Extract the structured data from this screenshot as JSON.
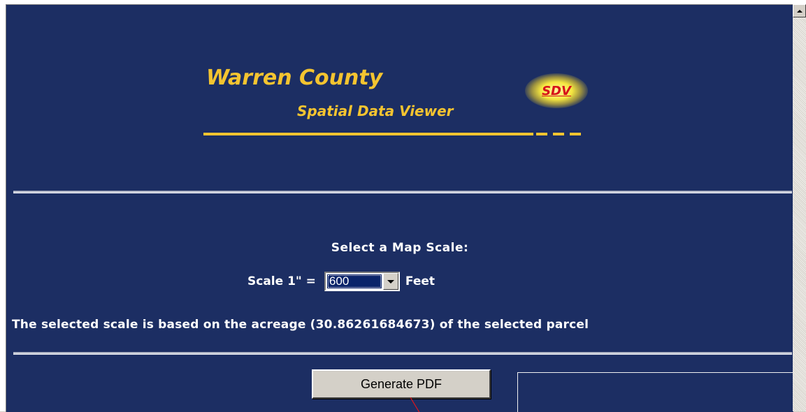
{
  "logo": {
    "title": "Warren County",
    "subtitle": "Spatial Data Viewer",
    "badge": "SDV"
  },
  "form": {
    "heading": "Select a Map Scale:",
    "scale_label": "Scale 1\" =",
    "scale_value": "600",
    "unit": "Feet",
    "note": "The selected scale is based on the acreage (30.86261684673) of the selected parcel",
    "generate_label": "Generate PDF"
  },
  "colors": {
    "background": "#1c2e63",
    "accent": "#f4c430",
    "badge_text": "#d6121a"
  },
  "icons": {
    "scroll_up": "triangle-up-icon",
    "dropdown": "chevron-down-icon"
  }
}
